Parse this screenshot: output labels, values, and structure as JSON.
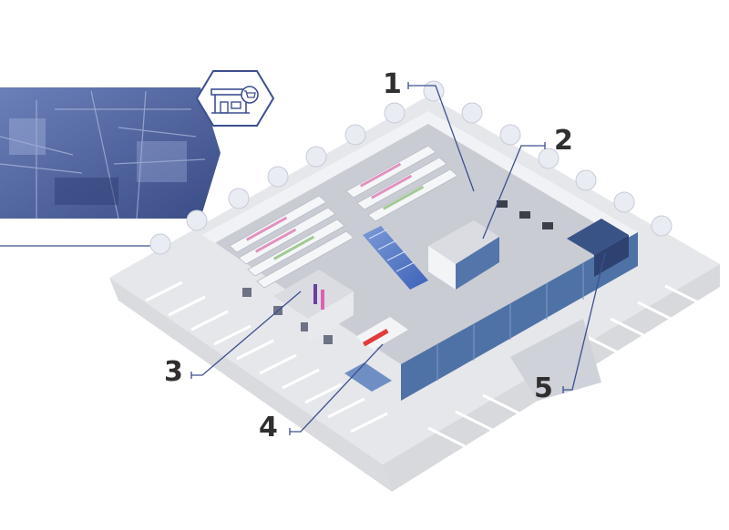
{
  "callouts": [
    "1",
    "2",
    "3",
    "4",
    "5"
  ],
  "icons": {
    "store": "store-cart-icon"
  },
  "colors": {
    "accent": "#3d4f8f",
    "accent_light": "#8f9dcc",
    "floor": "#c9ccd3",
    "wall": "#e9eaee",
    "glass": "#4f72a6",
    "lot": "#e4e5e8",
    "tree": "#e8ebf2"
  }
}
